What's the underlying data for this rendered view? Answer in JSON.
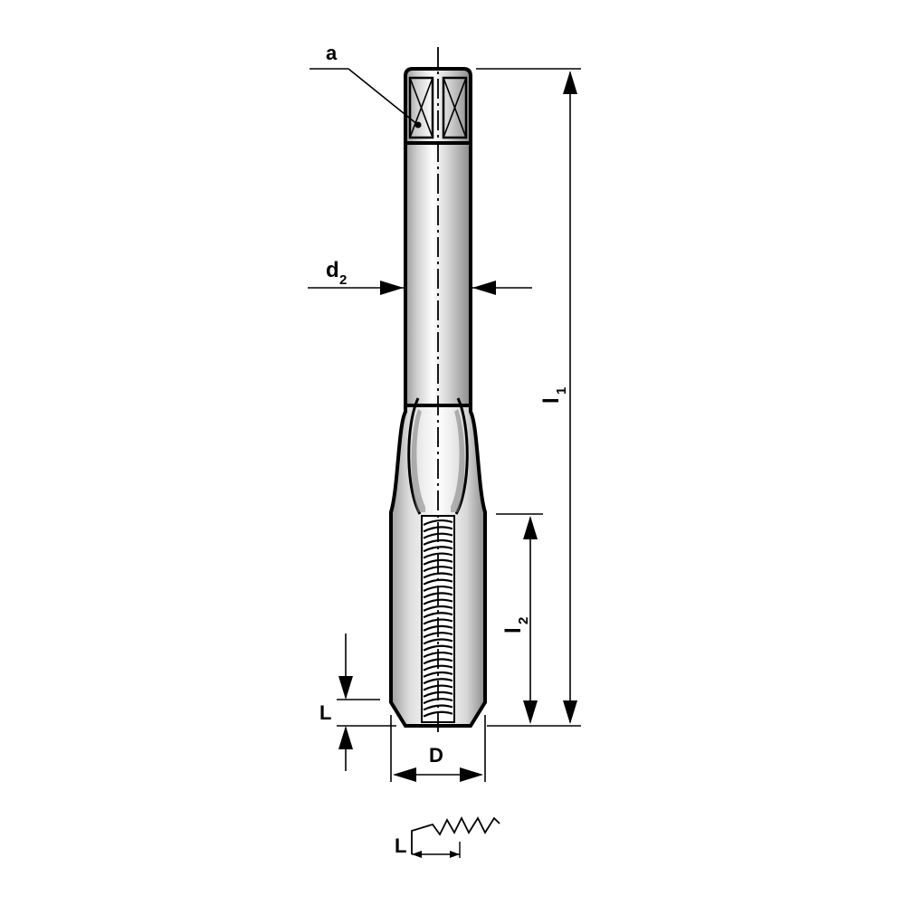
{
  "labels": {
    "square": "a",
    "shank_diameter": "d",
    "shank_diameter_sub": "2",
    "overall_length": "l",
    "overall_length_sub": "1",
    "thread_length": "l",
    "thread_length_sub": "2",
    "chamfer_length": "L",
    "nominal_diameter": "D",
    "detail_chamfer_length": "L"
  },
  "colors": {
    "outline": "#000000",
    "body_fill": "#d9d9d9",
    "highlight": "#ffffff",
    "shadow": "#8c8c8c"
  }
}
